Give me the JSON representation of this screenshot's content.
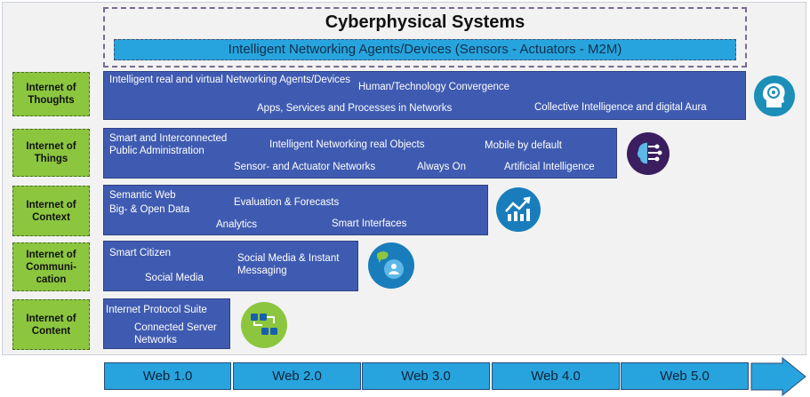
{
  "cps": {
    "title": "Cyberphysical Systems",
    "agents": "Intelligent Networking Agents/Devices (Sensors - Actuators - M2M)"
  },
  "layers": [
    {
      "label": "Internet of Thoughts",
      "icon": "brain-head-icon",
      "texts": [
        "Intelligent real and virtual Networking Agents/Devices",
        "Human/Technology Convergence",
        "Apps, Services and Processes in Networks",
        "Collective Intelligence and digital Aura"
      ]
    },
    {
      "label": "Internet of Things",
      "icon": "ai-brain-icon",
      "texts": [
        "Smart and Interconnected Public Administration",
        "Intelligent Networking real Objects",
        "Mobile by default",
        "Sensor- and Actuator Networks",
        "Always On",
        "Artificial Intelligence"
      ]
    },
    {
      "label": "Internet of Context",
      "icon": "trend-chart-icon",
      "texts": [
        "Semantic Web",
        "Big- & Open Data",
        "Evaluation & Forecasts",
        "Analytics",
        "Smart Interfaces"
      ]
    },
    {
      "label": "Internet of Communi-cation",
      "icon": "chat-person-icon",
      "texts": [
        "Smart Citizen",
        "Social Media",
        "Social Media & Instant Messaging"
      ]
    },
    {
      "label": "Internet of Content",
      "icon": "connected-blocks-icon",
      "texts": [
        "Internet Protocol Suite",
        "Connected Server Networks"
      ]
    }
  ],
  "web_stages": [
    "Web 1.0",
    "Web 2.0",
    "Web 3.0",
    "Web 4.0",
    "Web 5.0"
  ],
  "colors": {
    "band": "#3f5bb1",
    "label": "#8cc63f",
    "accent": "#27a4dd",
    "icon_teal": "#1b8fb8",
    "icon_purple": "#3a1e60"
  }
}
